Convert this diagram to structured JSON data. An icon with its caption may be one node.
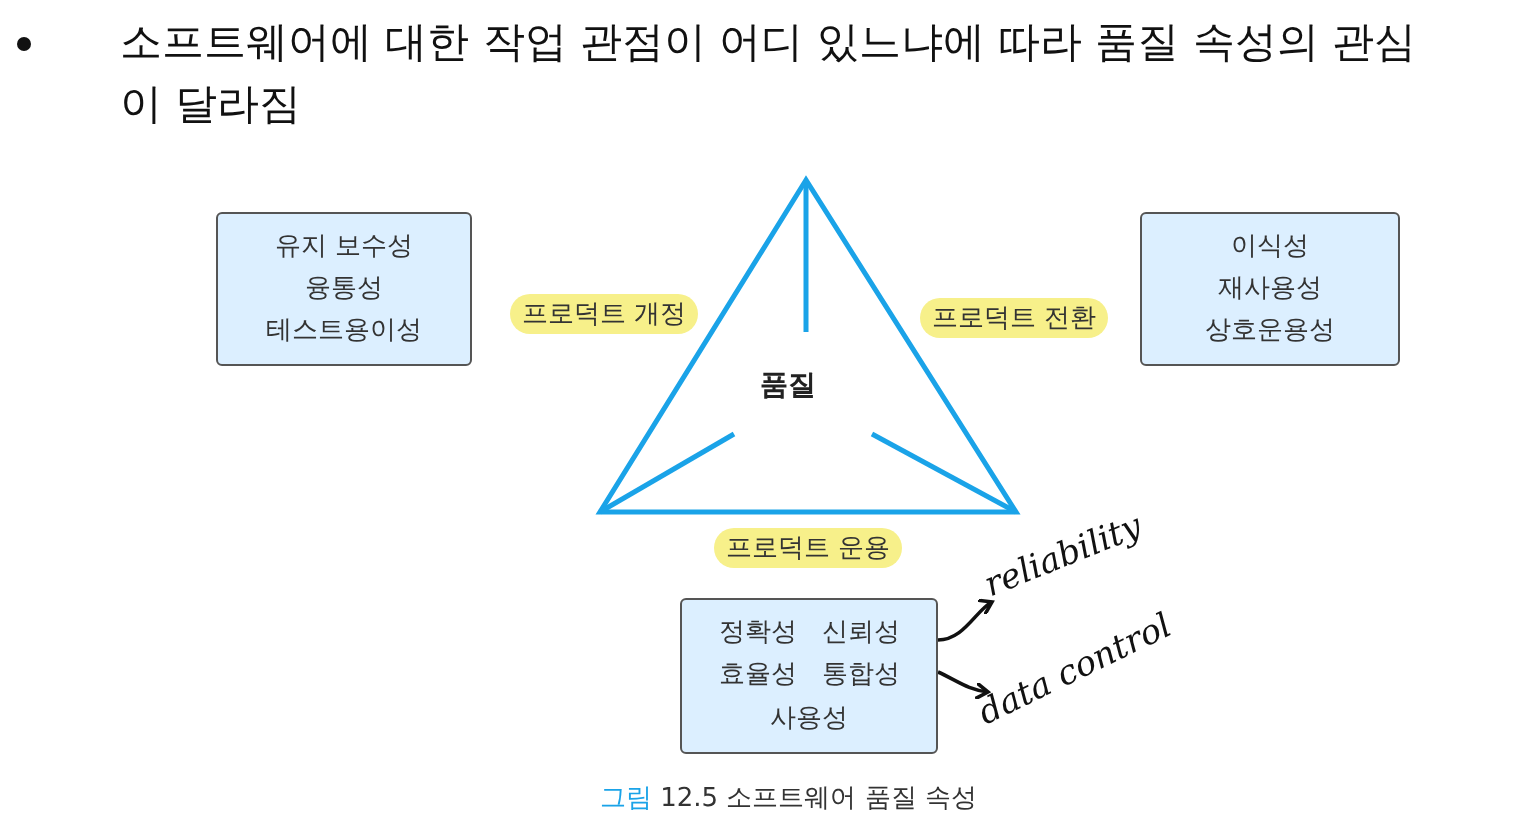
{
  "diagram": {
    "title": "소프트웨어에 대한 작업 관점이 어디 있느냐에 따라 품질 속성의 관심이 달라짐",
    "caption": "그림 12.5 소프트웨어 품질 속성",
    "nodes": [
      {
        "text": [
          "유지 보수성",
          "융통성",
          "테스트용이성"
        ]
      },
      {
        "text": [
          "이식성",
          "재사용성",
          "상호운용성"
        ]
      },
      {
        "text": [
          "정확성",
          "신뢰성",
          "효율성",
          "통합성",
          "사용성"
        ]
      },
      {
        "text": [
          "품질"
        ]
      },
      {
        "text": [
          "reliability"
        ]
      },
      {
        "text": [
          "data control"
        ]
      }
    ],
    "edges": [
      {
        "from": 2,
        "to": 4,
        "arrow": "to"
      },
      {
        "from": 2,
        "to": 5,
        "arrow": "to"
      }
    ],
    "labels": [
      "프로덕트 개정",
      "프로덕트 전환",
      "프로덕트 운용"
    ]
  }
}
